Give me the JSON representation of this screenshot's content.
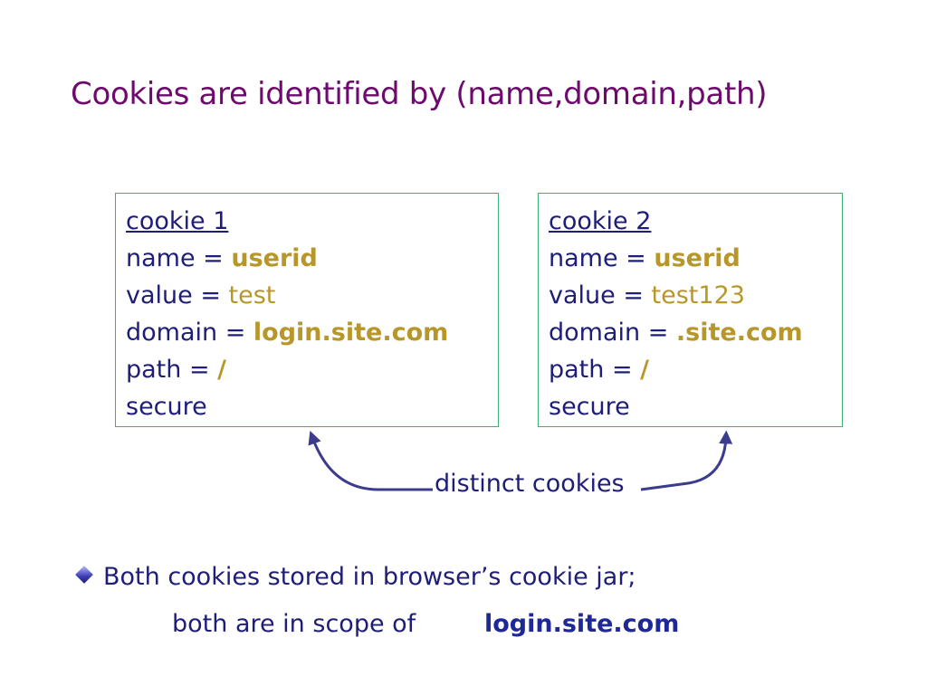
{
  "slide": {
    "title": "Cookies are identified by  (name,domain,path)"
  },
  "cookies": [
    {
      "heading": "cookie 1",
      "name_label": "name = ",
      "name_value": "userid",
      "value_label": "value = ",
      "value_value": "test",
      "domain_label": "domain = ",
      "domain_value": "login.site.com",
      "path_label": "path = ",
      "path_value": "/",
      "flag": "secure"
    },
    {
      "heading": "cookie 2",
      "name_label": "name = ",
      "name_value": "userid",
      "value_label": "value = ",
      "value_value": "test123",
      "domain_label": "domain = ",
      "domain_value": ".site.com",
      "path_label": "path = ",
      "path_value": "/",
      "flag": "secure"
    }
  ],
  "arrow_label": "distinct cookies",
  "bullet": {
    "icon": "diamond-bullet-icon",
    "line1": "Both cookies stored in browser’s cookie jar;",
    "line2": "both are in scope of",
    "host": "login.site.com"
  },
  "colors": {
    "title": "#6e0a6e",
    "text": "#1e1e78",
    "value": "#b8972a",
    "box_border": "#3cb371",
    "arrow": "#3c3c8c"
  }
}
